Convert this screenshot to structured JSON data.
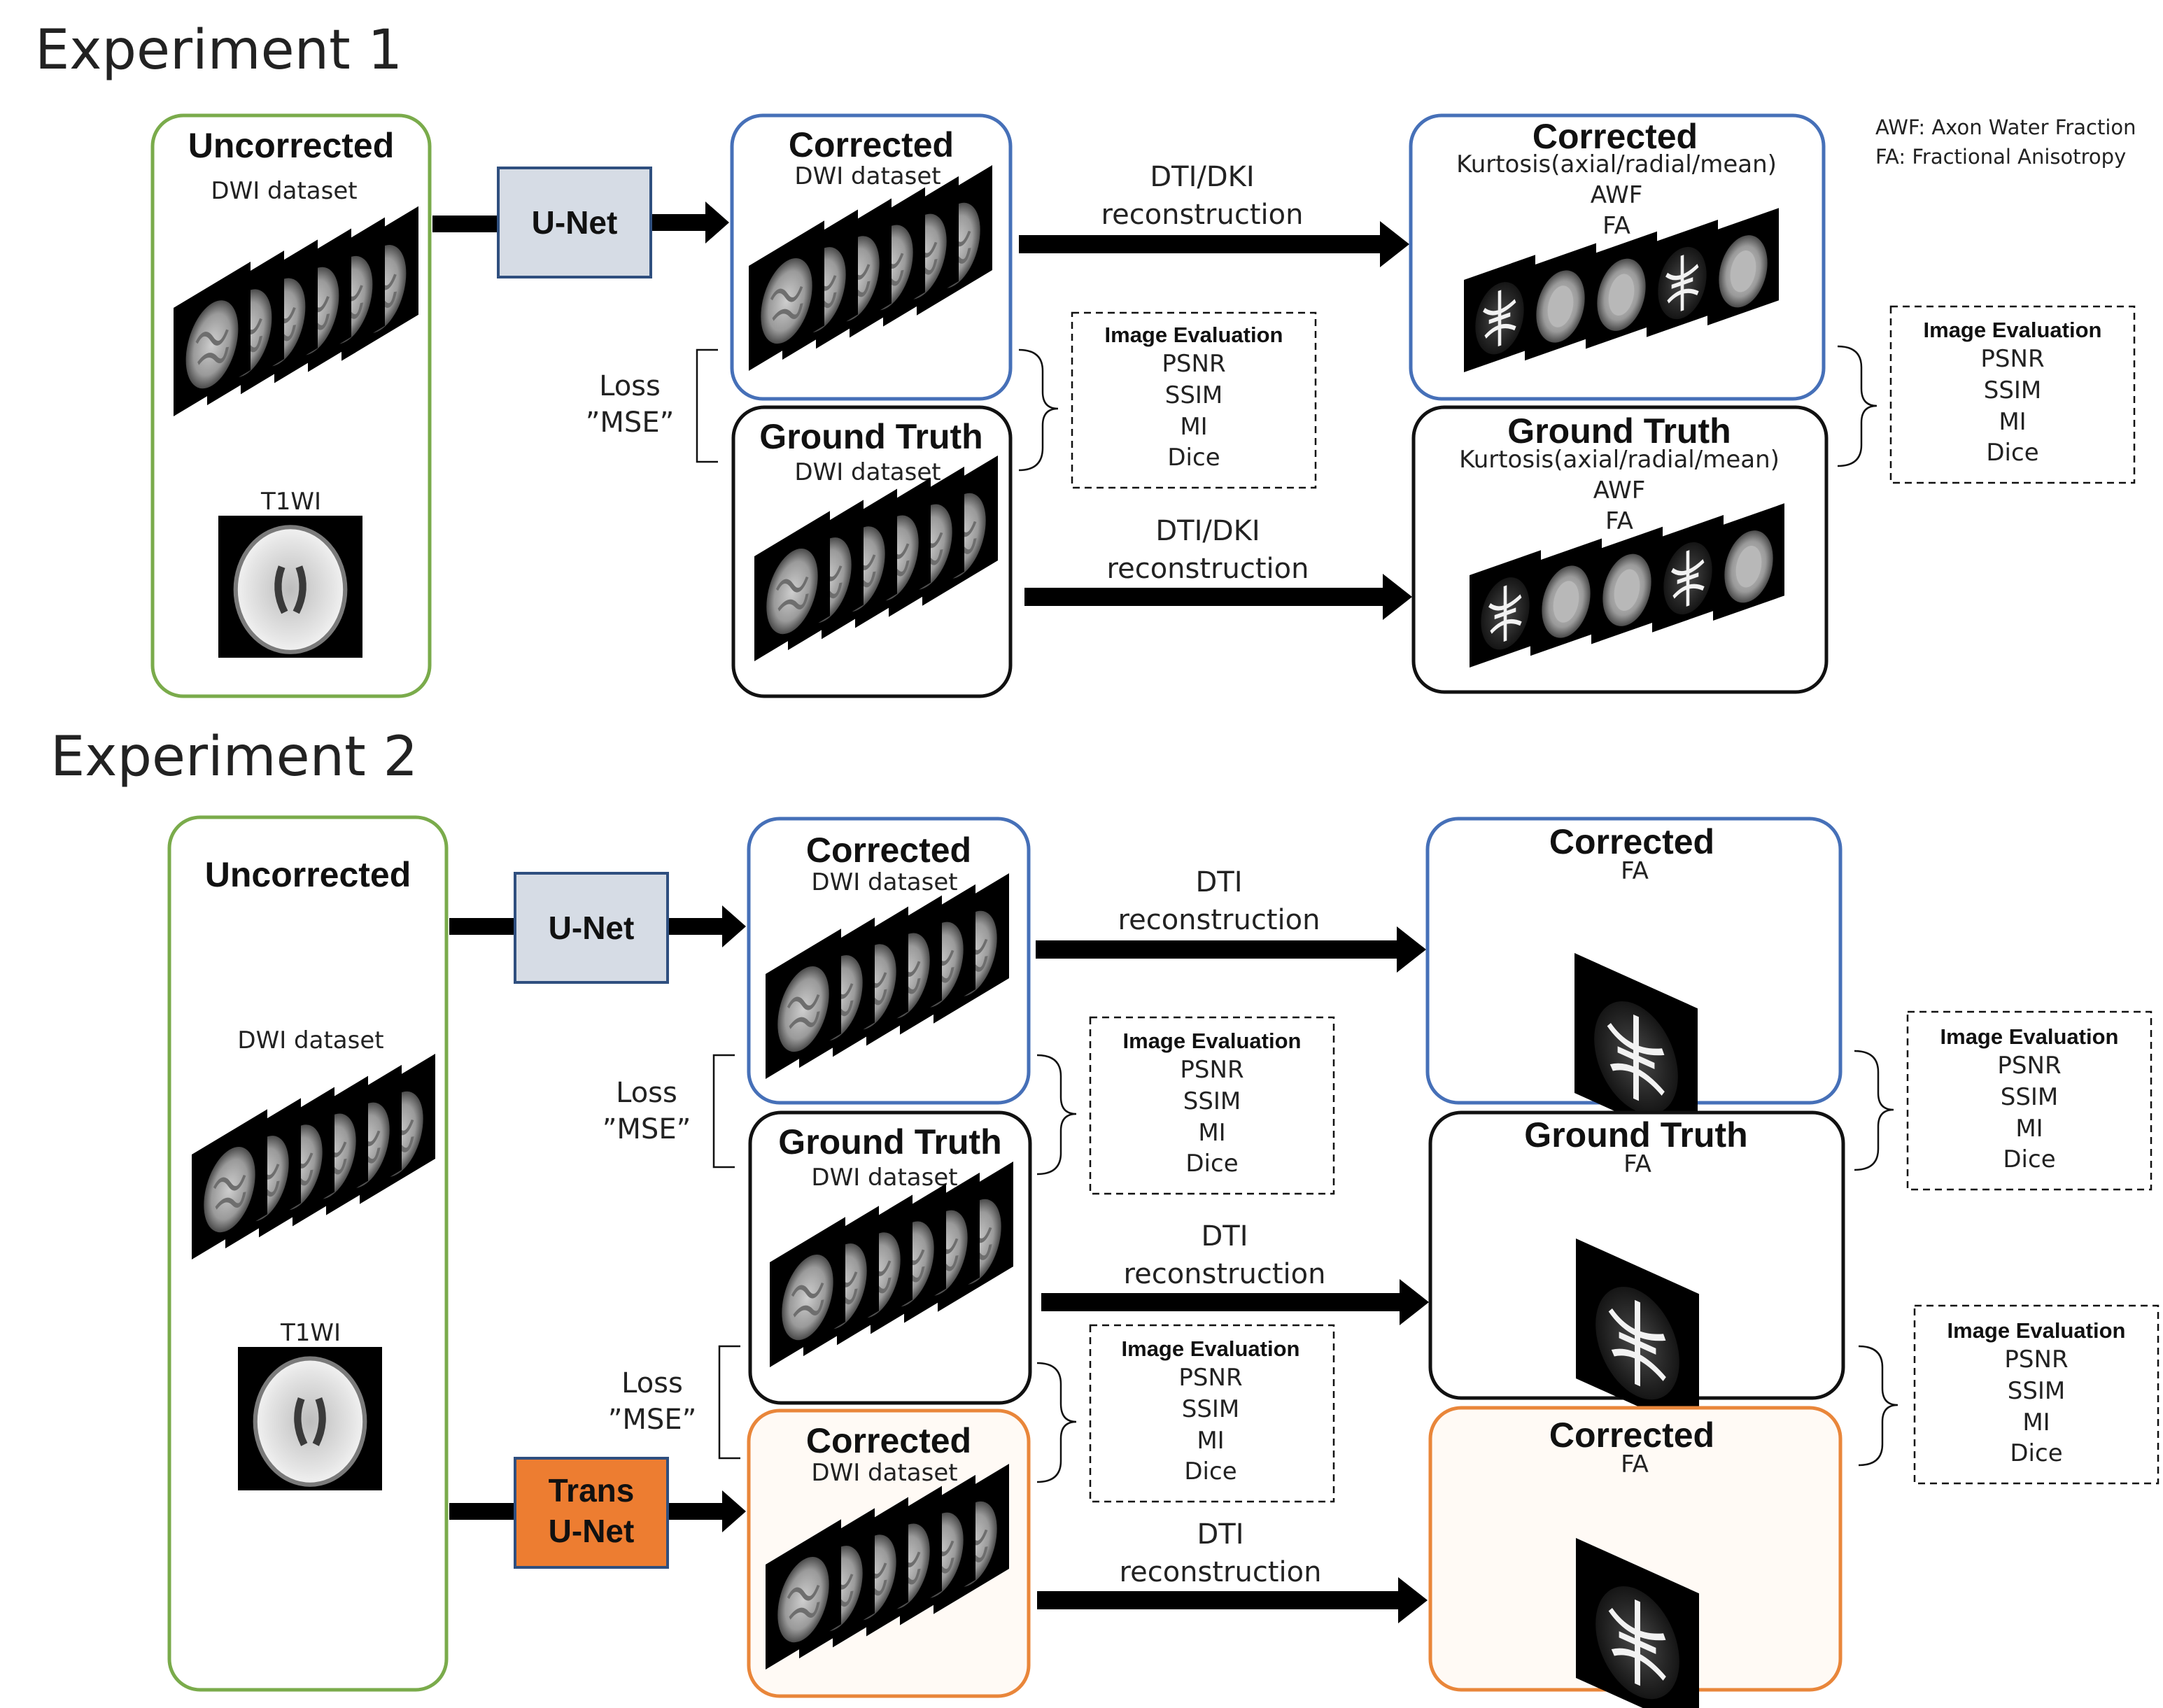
{
  "experiments": [
    {
      "title": "Experiment 1"
    },
    {
      "title": "Experiment 2"
    }
  ],
  "legend": [
    "AWF: Axon Water Fraction",
    "FA: Fractional Anisotropy"
  ],
  "labels": {
    "uncorrected": "Uncorrected",
    "corrected": "Corrected",
    "ground_truth": "Ground Truth",
    "dwi_dataset": "DWI dataset",
    "t1wi": "T1WI",
    "kurtosis": "Kurtosis(axial/radial/mean)",
    "awf": "AWF",
    "fa": "FA",
    "loss_line1": "Loss",
    "loss_line2": "”MSE”",
    "dti_dki": "DTI/DKI",
    "dti": "DTI",
    "reconstruction": "reconstruction"
  },
  "networks": {
    "unet": "U-Net",
    "trans_unet_line1": "Trans",
    "trans_unet_line2": "U-Net"
  },
  "evaluation": {
    "heading": "Image Evaluation",
    "metrics": [
      "PSNR",
      "SSIM",
      "MI",
      "Dice"
    ]
  },
  "colors": {
    "uncorrected_frame": "#7aab4b",
    "unet_corrected_frame": "#4670b8",
    "ground_truth_frame": "#111111",
    "trans_unet_corrected_frame": "#e9863a",
    "unet_fill": "#d6dce5",
    "trans_unet_fill": "#ed7d31"
  }
}
